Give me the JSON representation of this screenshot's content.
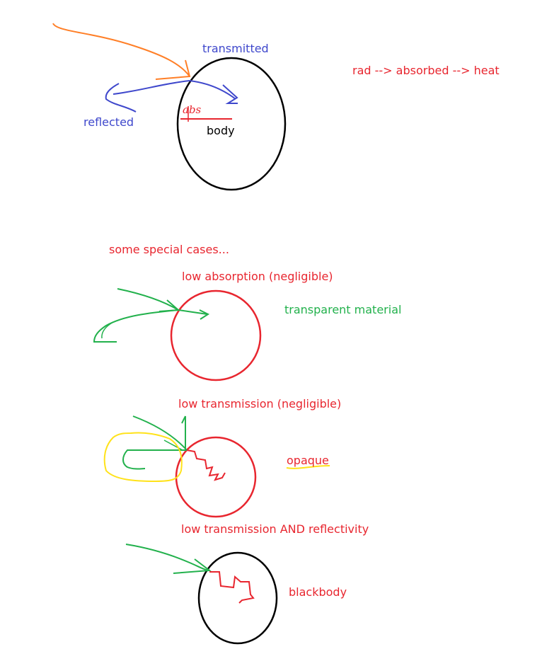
{
  "colors": {
    "black": "#000000",
    "red": "#e8262f",
    "blue": "#3f48cc",
    "green": "#22b14c",
    "orange": "#ff7f27",
    "yellow": "#ffe21a"
  },
  "general": {
    "transmitted_label": "transmitted",
    "reflected_label": "reflected",
    "body_label": "body",
    "abs_label": "abs",
    "absorption_note": "rad --> absorbed --> heat"
  },
  "special_cases_heading": "some special cases...",
  "cases": [
    {
      "condition": "low absorption (negligible)",
      "result": "transparent material"
    },
    {
      "condition": "low transmission (negligible)",
      "result": "opaque"
    },
    {
      "condition": "low transmission AND reflectivity",
      "result": "blackbody"
    }
  ]
}
